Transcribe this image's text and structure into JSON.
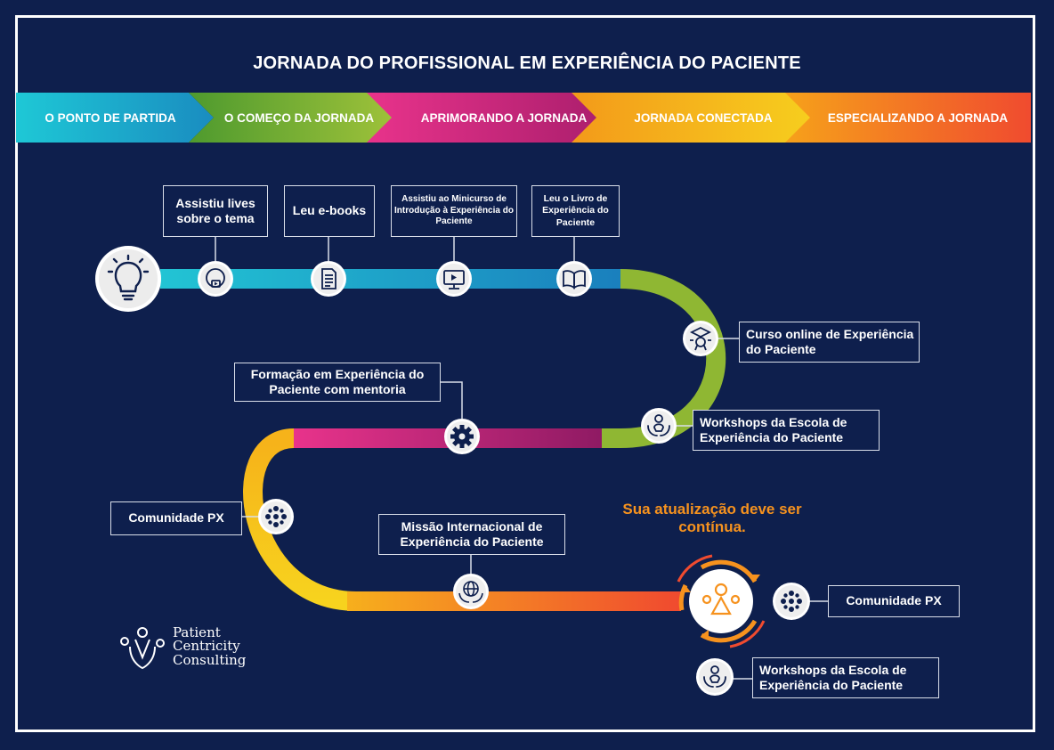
{
  "title": "JORNADA DO PROFISSIONAL EM EXPERIÊNCIA DO PACIENTE",
  "stages": [
    {
      "label": "O PONTO DE PARTIDA",
      "color_from": "#1ec8d6",
      "color_to": "#1a8cc0"
    },
    {
      "label": "O COMEÇO DA JORNADA",
      "color_from": "#4e9a2e",
      "color_to": "#a7c63b"
    },
    {
      "label": "APRIMORANDO A JORNADA",
      "color_from": "#e8338b",
      "color_to": "#a71d6b"
    },
    {
      "label": "JORNADA CONECTADA",
      "color_from": "#f39a1a",
      "color_to": "#f7d31e"
    },
    {
      "label": "ESPECIALIZANDO A JORNADA",
      "color_from": "#f6a11a",
      "color_to": "#f04b2f"
    }
  ],
  "milestones": {
    "lives": "Assistiu lives sobre o tema",
    "ebooks": "Leu e-books",
    "minicurso": "Assistiu ao Minicurso de Introdução à Experiência do Paciente",
    "livro": "Leu o Livro de Experiência do Paciente",
    "curso": "Curso online de Experiência do Paciente",
    "workshops": "Workshops da Escola de Experiência do Paciente",
    "formacao": "Formação em Experiência do Paciente com mentoria",
    "comunidade": "Comunidade PX",
    "missao": "Missão Internacional de Experiência do Paciente",
    "comunidade_final": "Comunidade PX",
    "workshops_final": "Workshops da Escola de Experiência do Paciente"
  },
  "tagline": "Sua atualização deve ser contínua.",
  "logo": {
    "line1": "Patient",
    "line2": "Centricity",
    "line3": "Consulting"
  },
  "icons": {
    "start": "lightbulb-icon",
    "lives": "play-bubble-icon",
    "ebooks": "document-icon",
    "minicurso": "video-monitor-icon",
    "livro": "open-book-icon",
    "curso": "graduation-certificate-icon",
    "workshops": "person-hands-icon",
    "formacao": "gear-icon",
    "comunidade": "community-circle-icon",
    "missao": "globe-hands-icon",
    "cycle": "cycle-arrows-icon"
  },
  "colors": {
    "background": "#0e1f4d",
    "accent_orange": "#f6921e",
    "text": "#ffffff"
  }
}
